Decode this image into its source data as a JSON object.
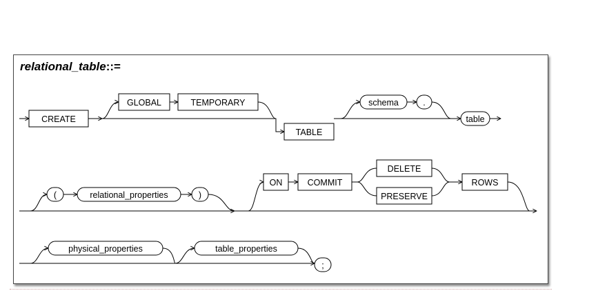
{
  "title": {
    "name": "relational_table",
    "operator": "::="
  },
  "rows": [
    {
      "keywords": {
        "create": "CREATE",
        "global": "GLOBAL",
        "temporary": "TEMPORARY",
        "table": "TABLE"
      },
      "nonterminals": {
        "schema": "schema",
        "table": "table"
      },
      "symbols": {
        "dot": "."
      }
    },
    {
      "keywords": {
        "on": "ON",
        "commit": "COMMIT",
        "delete": "DELETE",
        "preserve": "PRESERVE",
        "rows": "ROWS"
      },
      "nonterminals": {
        "relational_properties": "relational_properties"
      },
      "symbols": {
        "open_paren": "(",
        "close_paren": ")"
      }
    },
    {
      "nonterminals": {
        "physical_properties": "physical_properties",
        "table_properties": "table_properties"
      },
      "symbols": {
        "semicolon": ";"
      }
    }
  ]
}
